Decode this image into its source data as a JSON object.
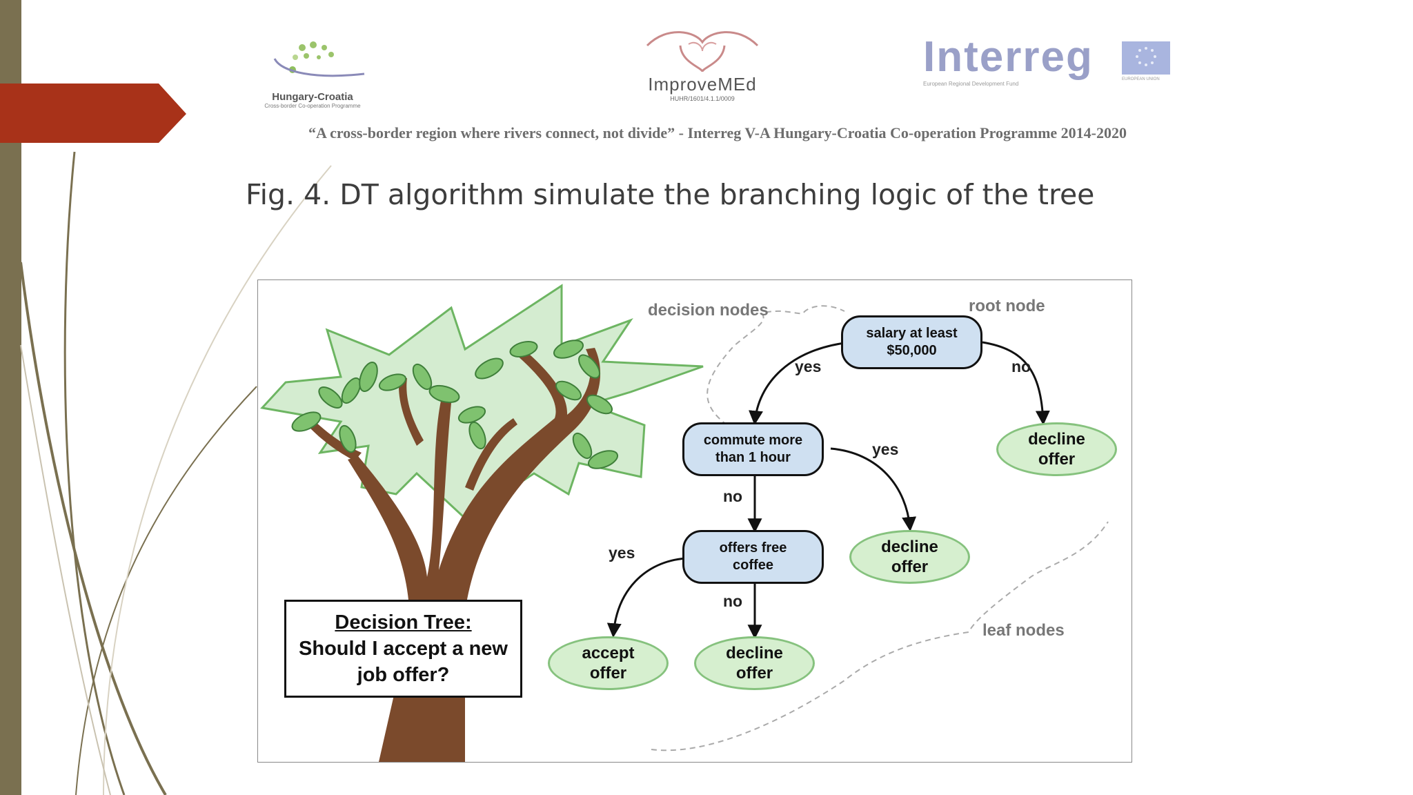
{
  "header": {
    "logo_left": {
      "name": "Hungary-Croatia",
      "sub": "Cross-border Co-operation Programme"
    },
    "logo_center": {
      "name": "ImproveMEd",
      "sub": "HUHR/1601/4.1.1/0009"
    },
    "logo_right": {
      "name": "Interreg",
      "sub": "European Regional Development Fund",
      "eu": "EUROPEAN UNION"
    },
    "tagline": "“A cross-border region where rivers connect, not divide” - Interreg V-A Hungary-Croatia Co-operation Programme 2014-2020"
  },
  "figure": {
    "caption": "Fig. 4. DT algorithm simulate the branching logic of the tree"
  },
  "diagram": {
    "labels": {
      "decision_nodes": "decision nodes",
      "root_node": "root node",
      "leaf_nodes": "leaf nodes"
    },
    "nodes": {
      "salary": [
        "salary at least",
        "$50,000"
      ],
      "commute": [
        "commute more",
        "than 1 hour"
      ],
      "coffee": [
        "offers free",
        "coffee"
      ],
      "decline_1": [
        "decline",
        "offer"
      ],
      "decline_2": [
        "decline",
        "offer"
      ],
      "decline_3": [
        "decline",
        "offer"
      ],
      "accept": [
        "accept",
        "offer"
      ]
    },
    "edges": {
      "salary_yes": "yes",
      "salary_no": "no",
      "commute_yes": "yes",
      "commute_no": "no",
      "coffee_yes": "yes",
      "coffee_no": "no"
    },
    "tree_box": {
      "title": "Decision Tree:",
      "line1": "Should I accept a new",
      "line2": "job offer?"
    }
  },
  "colors": {
    "side_bar": "#7a7050",
    "red_tab": "#a83219",
    "decision_fill": "#cfe0f1",
    "leaf_fill": "#d6efcf",
    "leaf_border": "#86c27e",
    "trunk": "#7b4a2c",
    "canopy": "#d4ecd0"
  }
}
